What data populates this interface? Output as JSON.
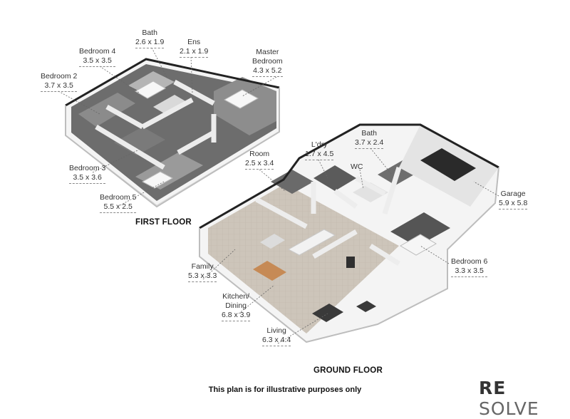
{
  "floors": {
    "first": "FIRST FLOOR",
    "ground": "GROUND FLOOR"
  },
  "rooms": [
    {
      "id": "bath-upper",
      "name": "Bath",
      "dims": "2.6 x 1.9"
    },
    {
      "id": "ens",
      "name": "Ens",
      "dims": "2.1 x 1.9"
    },
    {
      "id": "bedroom-4",
      "name": "Bedroom 4",
      "dims": "3.5 x 3.5"
    },
    {
      "id": "master-bedroom",
      "name": "Master\nBedroom",
      "dims": "4.3 x 5.2"
    },
    {
      "id": "bedroom-2",
      "name": "Bedroom 2",
      "dims": "3.7 x 3.5"
    },
    {
      "id": "bedroom-3",
      "name": "Bedroom 3",
      "dims": "3.5 x 3.6"
    },
    {
      "id": "bedroom-5",
      "name": "Bedroom 5",
      "dims": "5.5 x 2.5"
    },
    {
      "id": "room",
      "name": "Room",
      "dims": "2.5 x 3.4"
    },
    {
      "id": "laundry",
      "name": "L'dry",
      "dims": "1.7 x 4.5"
    },
    {
      "id": "bath-ground",
      "name": "Bath",
      "dims": "3.7 x 2.4"
    },
    {
      "id": "wc",
      "name": "WC",
      "dims": ""
    },
    {
      "id": "garage",
      "name": "Garage",
      "dims": "5.9 x 5.8"
    },
    {
      "id": "family",
      "name": "Family",
      "dims": "5.3 x 3.3"
    },
    {
      "id": "bedroom-6",
      "name": "Bedroom 6",
      "dims": "3.3 x 3.5"
    },
    {
      "id": "kitchen-dining",
      "name": "Kitchen/\nDining",
      "dims": "6.8 x 3.9"
    },
    {
      "id": "living",
      "name": "Living",
      "dims": "6.3 x 4.4"
    }
  ],
  "disclaimer": "This plan is for illustrative purposes only",
  "brand": {
    "part1": "RE",
    "part2": "SOLVE"
  },
  "colors": {
    "wall_top": "#2b2b2b",
    "wall_side": "#f2f2f2",
    "floor_tile": "#c9c1b6",
    "floor_dark": "#5a5a5a",
    "carpet": "#8a8a8a"
  }
}
